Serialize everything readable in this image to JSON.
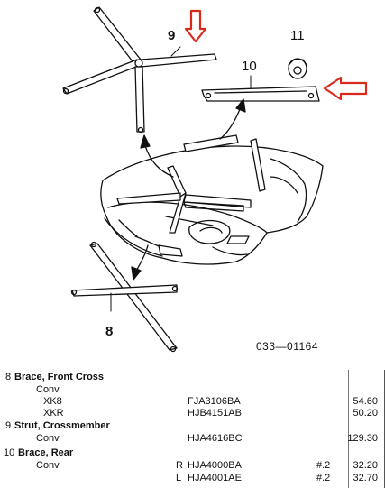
{
  "diagram": {
    "callouts": {
      "c8": "8",
      "c9": "9",
      "c10": "10",
      "c11": "11"
    },
    "figure_code": "033—01164",
    "colors": {
      "annotation_arrow": "#d9291c",
      "line_art": "#111111"
    }
  },
  "parts": [
    {
      "num": "8",
      "name": "Brace, Front Cross"
    },
    {
      "sub": "Conv"
    },
    {
      "sub2": "XK8",
      "part_number": "FJA3106BA",
      "price": "54.60"
    },
    {
      "sub2": "XKR",
      "part_number": "HJB4151AB",
      "price": "50.20"
    },
    {
      "num": "9",
      "name": "Strut, Crossmember"
    },
    {
      "sub": "Conv",
      "part_number": "HJA4616BC",
      "price": "129.30"
    },
    {
      "num": "10",
      "name": "Brace, Rear"
    },
    {
      "sub": "Conv",
      "side": "R",
      "part_number": "HJA4000BA",
      "qty": "#.2",
      "price": "32.20"
    },
    {
      "side": "L",
      "part_number": "HJA4001AE",
      "qty": "#.2",
      "price": "32.70"
    }
  ]
}
